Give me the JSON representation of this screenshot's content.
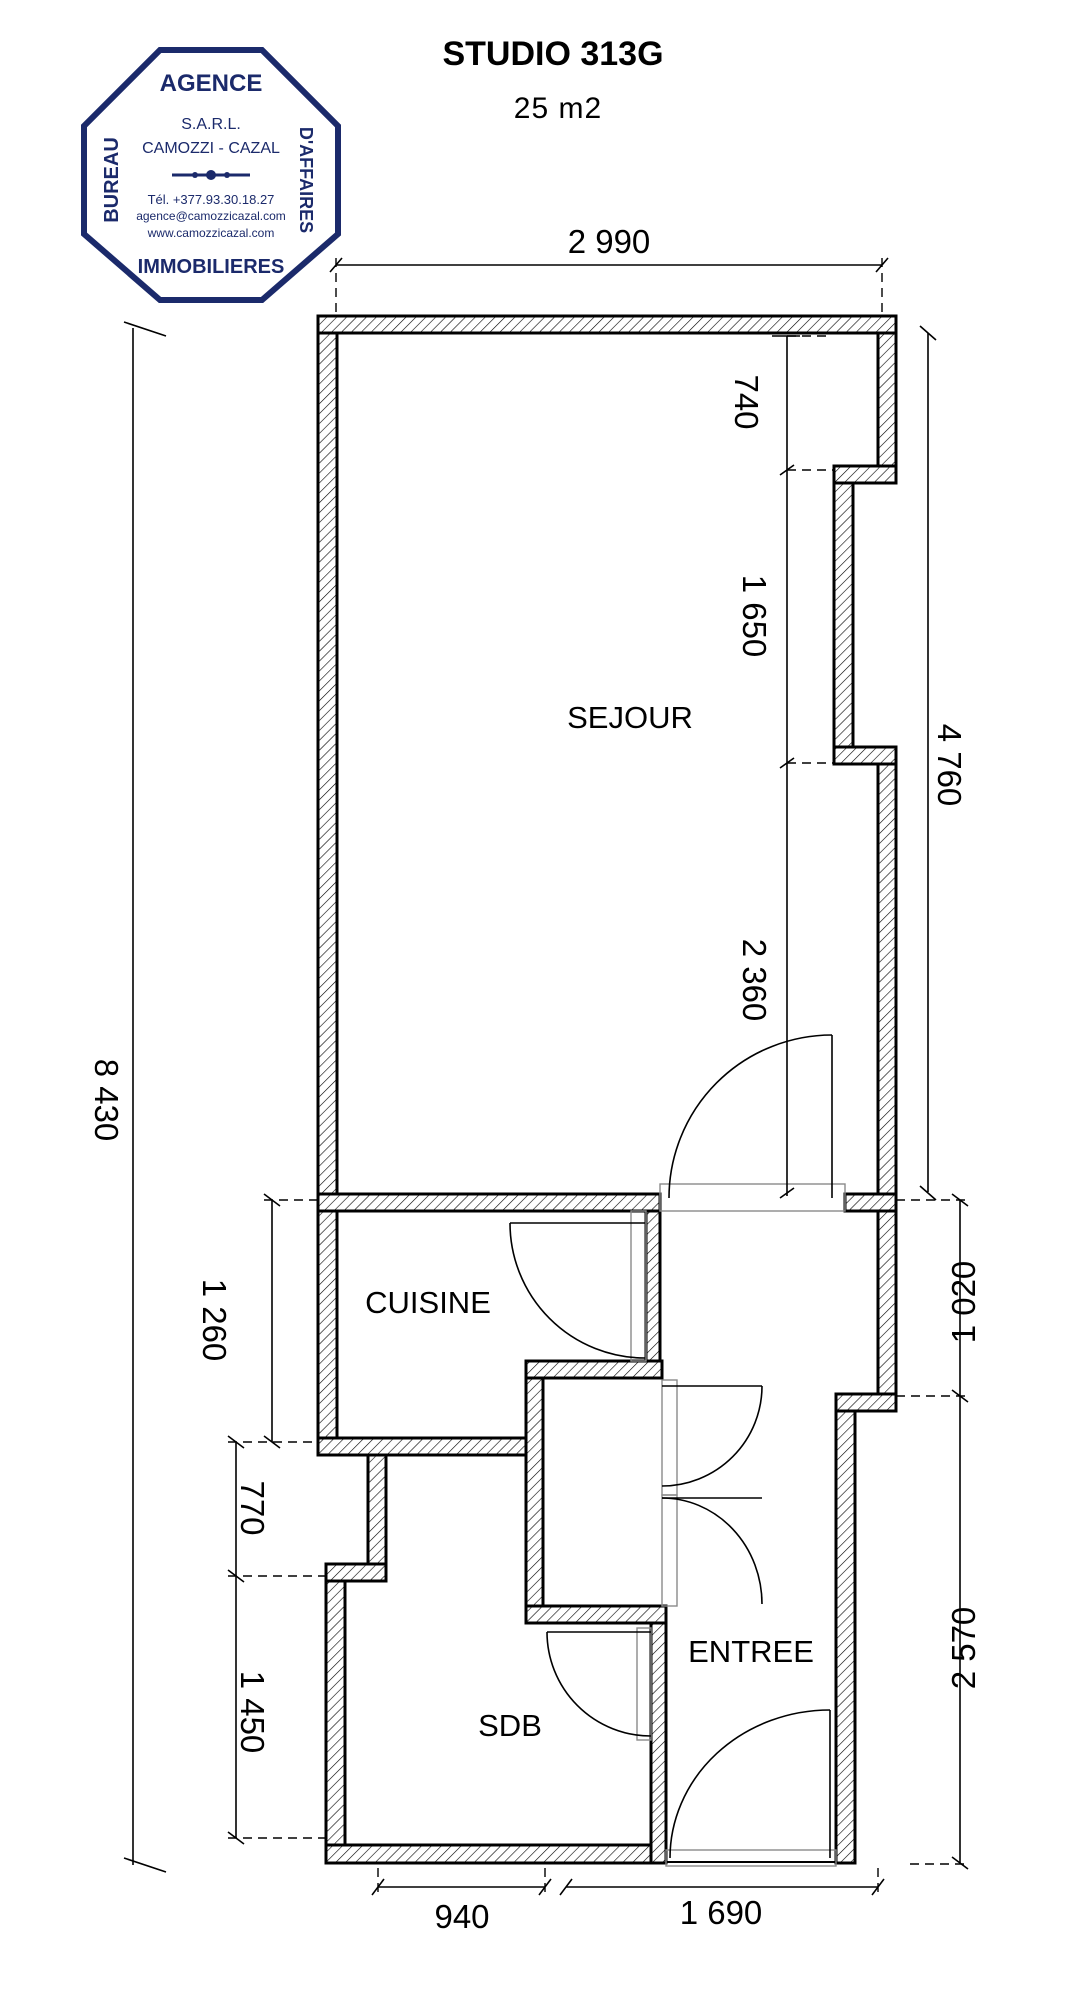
{
  "title": "STUDIO 313G",
  "area": "25 m2",
  "logo": {
    "top": "AGENCE",
    "left": "BUREAU",
    "right": "D'AFFAIRES",
    "bottom": "IMMOBILIERES",
    "company_line1": "S.A.R.L.",
    "company_line2": "CAMOZZI - CAZAL",
    "phone": "Tél. +377.93.30.18.27",
    "email": "agence@camozzicazal.com",
    "website": "www.camozzicazal.com",
    "color": "#1b2a6b"
  },
  "rooms": {
    "sejour": "SEJOUR",
    "cuisine": "CUISINE",
    "sdb": "SDB",
    "entree": "ENTREE"
  },
  "dimensions": {
    "top_width": "2 990",
    "overall_height": "8 430",
    "alcove": "740",
    "recess": "1 650",
    "sejour_inner": "2 360",
    "right_upper": "4 760",
    "right_middle": "1 020",
    "right_lower": "2 570",
    "cuisine_height": "1 260",
    "step_height": "770",
    "sdb_height": "1 450",
    "bottom_left": "940",
    "bottom_right": "1 690"
  }
}
